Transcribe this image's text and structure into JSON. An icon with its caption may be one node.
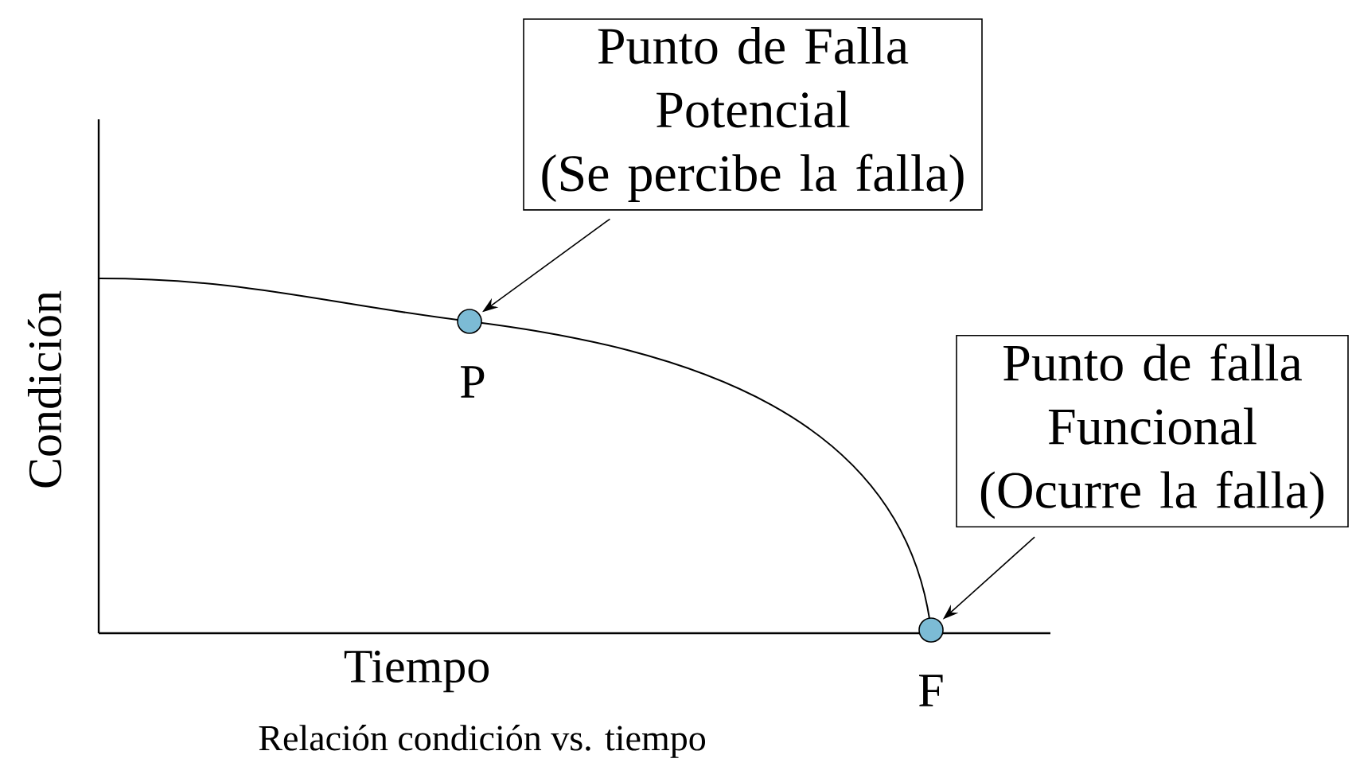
{
  "diagram": {
    "caption": "Relación condición vs. tiempo",
    "nodes": [
      {
        "text": [
          "Punto de Falla Potencial",
          "(Se percibe la falla)"
        ]
      },
      {
        "text": [],
        "shape": "circle",
        "beside": [
          "P"
        ]
      },
      {
        "text": [
          "Punto de falla Funcional",
          "(Ocurre la falla)"
        ]
      },
      {
        "text": [],
        "shape": "circle",
        "beside": [
          "F"
        ]
      }
    ],
    "edges": [
      {
        "from": 0,
        "to": 1,
        "arrow": "to"
      },
      {
        "from": 2,
        "to": 3,
        "arrow": "to"
      }
    ],
    "labels": [
      "Condición",
      "Tiempo"
    ]
  }
}
